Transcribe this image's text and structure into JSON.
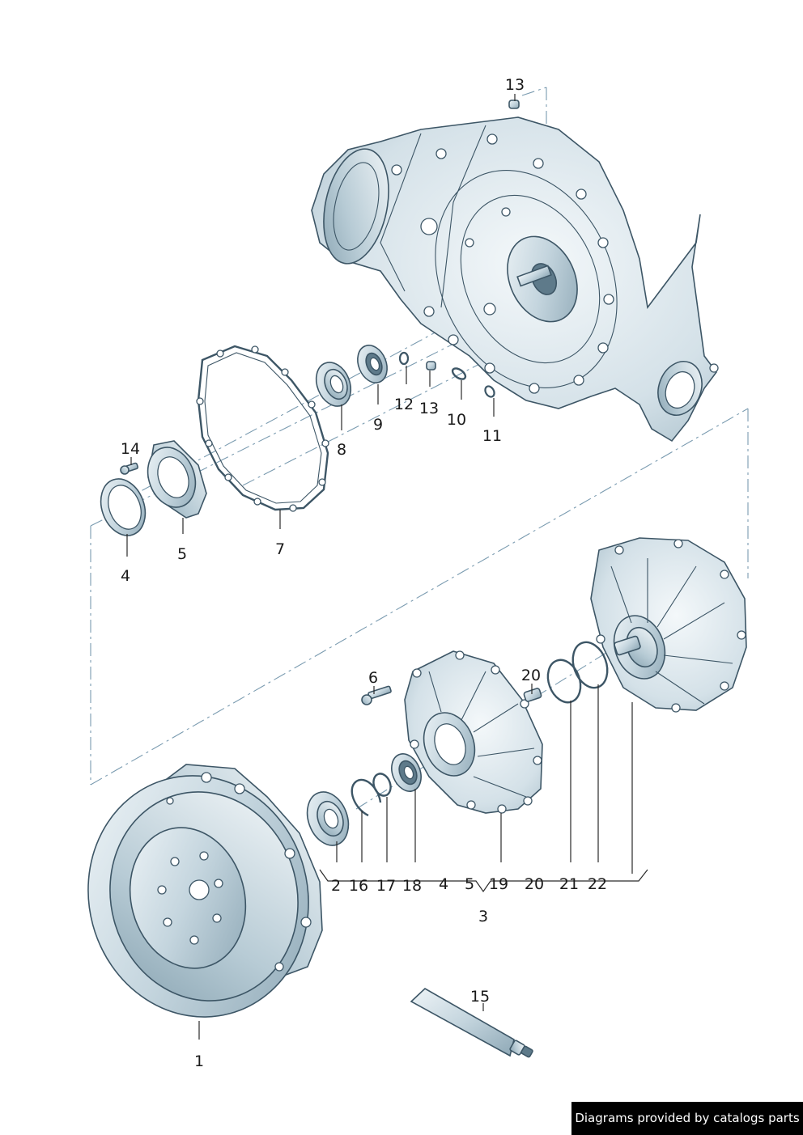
{
  "diagram": {
    "callouts": {
      "c1": "1",
      "c2": "2",
      "c3": "3",
      "c4a": "4",
      "c4b": "4",
      "c5a": "5",
      "c5b": "5",
      "c6": "6",
      "c7": "7",
      "c8": "8",
      "c9": "9",
      "c10": "10",
      "c11": "11",
      "c12": "12",
      "c13a": "13",
      "c13b": "13",
      "c14": "14",
      "c15": "15",
      "c16": "16",
      "c17": "17",
      "c18": "18",
      "c19": "19",
      "c20a": "20",
      "c20b": "20",
      "c21": "21",
      "c22": "22"
    }
  },
  "credit": {
    "text": "Diagrams provided by catalogs parts"
  },
  "colors": {
    "line": "#3d5666",
    "metal_light": "#e8f0f4",
    "metal_mid": "#b9ccd6",
    "metal_dark": "#7f9aa8",
    "background": "#ffffff",
    "credit_bg": "#000000"
  }
}
